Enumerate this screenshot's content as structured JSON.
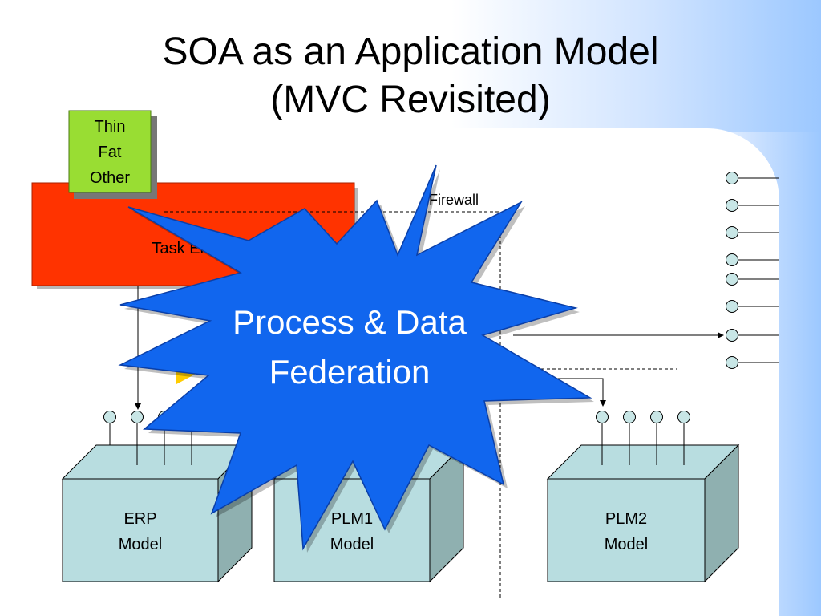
{
  "title": {
    "line1": "SOA as an Application Model",
    "line2": "(MVC Revisited)"
  },
  "client_box": {
    "lines": [
      "Thin",
      "Fat",
      "Other"
    ]
  },
  "task_engine": {
    "label": "Task Engine"
  },
  "firewall_label": "Firewall",
  "starburst": {
    "line1": "Process & Data",
    "line2": "Federation"
  },
  "models": [
    {
      "line1": "ERP",
      "line2": "Model"
    },
    {
      "line1": "PLM1",
      "line2": "Model"
    },
    {
      "line1": "PLM2",
      "line2": "Model"
    }
  ],
  "colors": {
    "task_engine": "#ff3300",
    "client_box": "#99dd33",
    "model_front": "#b8dde0",
    "model_side": "#8fb0b0",
    "starburst": "#1166ee",
    "arrow_yellow": "#ffcc00"
  }
}
